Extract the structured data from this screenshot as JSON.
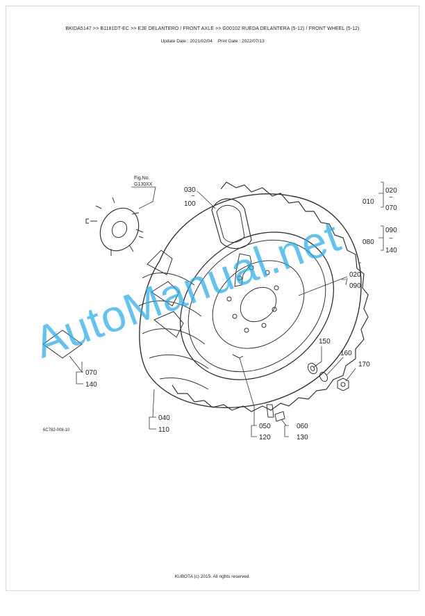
{
  "header": {
    "breadcrumb": "BKIDA5147 >> B1181DT-EC >> EJE DELANTERO / FRONT AXLE >> G00102   RUEDA DELANTERA (5-12) / FRONT WHEEL (5-12)",
    "update_date": "Update Date : 2021/02/04",
    "print_date": "Print Date : 2022/07/13"
  },
  "diagram": {
    "fig_ref": {
      "line1": "Fig.No.",
      "line2": "G130XX"
    },
    "callouts": {
      "c030": "030",
      "c100": "100",
      "tilde1": "~",
      "c010": "010",
      "c020a": "020",
      "c070a": "070",
      "tilde2": "~",
      "c080": "080",
      "c090a": "090",
      "c140a": "140",
      "tilde3": "~",
      "c020b": "020",
      "c090b": "090",
      "c150": "150",
      "c160": "160",
      "c170": "170",
      "c070b": "070",
      "c140b": "140",
      "c040": "040",
      "c110": "110",
      "c050": "050",
      "c120": "120",
      "c060": "060",
      "c130": "130"
    },
    "figure_id": "6C782-008-10"
  },
  "watermark": "AutoManual.net",
  "footer": {
    "copyright": "KUBOTA (c) 2015. All rights reserved."
  }
}
